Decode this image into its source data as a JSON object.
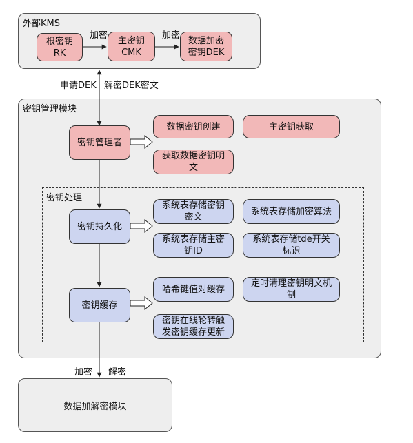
{
  "kms": {
    "title": "外部KMS",
    "root_key": "根密钥RK",
    "master_key": "主密钥\nCMK",
    "data_key": "数据加密\n密钥DEK",
    "arrow_label_1": "加密",
    "arrow_label_2": "加密"
  },
  "link_kms": {
    "left_label": "申请DEK",
    "right_label": "解密DEK密文"
  },
  "key_mgmt": {
    "title": "密钥管理模块",
    "manager": "密钥管理者",
    "create_data_key": "数据密钥创建",
    "get_master_key": "主密钥获取",
    "get_data_key_plain": "获取数据密钥明\n文"
  },
  "processing": {
    "title": "密钥处理",
    "persist": "密钥持久化",
    "store_cipher": "系统表存储密钥\n密文",
    "store_algo": "系统表存储加密算法",
    "store_master_id": "系统表存储主密\n钥ID",
    "store_tde_switch": "系统表存储tde开关\n标识",
    "cache": "密钥缓存",
    "hash_cache": "哈希键值对缓存",
    "clear_plain": "定时清理密钥明文机\n制",
    "rotate_update": "密钥在线轮转触\n发密钥缓存更新"
  },
  "link_bottom": {
    "left_label": "加密",
    "right_label": "解密"
  },
  "data_module": {
    "title": "数据加解密模块"
  }
}
